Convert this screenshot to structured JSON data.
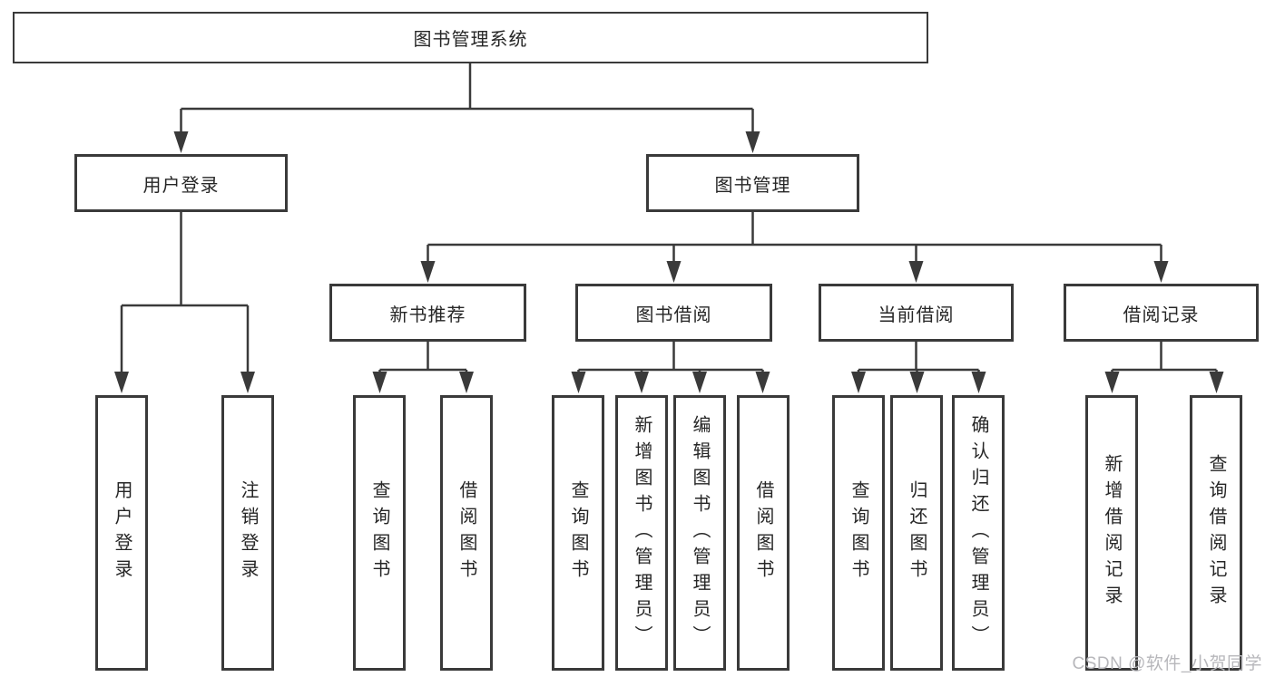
{
  "colors": {
    "line": "#3a3a3a",
    "text": "#262626",
    "background": "#ffffff",
    "watermark": "#b7b7bb"
  },
  "watermark": {
    "text": "CSDN @软件_小贺同学"
  },
  "diagram": {
    "type": "tree",
    "root": {
      "label": "图书管理系统"
    },
    "branches": [
      {
        "label": "用户登录",
        "children": [
          {
            "label": "用户登录"
          },
          {
            "label": "注销登录"
          }
        ]
      },
      {
        "label": "图书管理",
        "children": [
          {
            "label": "新书推荐",
            "children": [
              {
                "label": "查询图书"
              },
              {
                "label": "借阅图书"
              }
            ]
          },
          {
            "label": "图书借阅",
            "children": [
              {
                "label": "查询图书"
              },
              {
                "label": "新增图书（管理员）"
              },
              {
                "label": "编辑图书（管理员）"
              },
              {
                "label": "借阅图书"
              }
            ]
          },
          {
            "label": "当前借阅",
            "children": [
              {
                "label": "查询图书"
              },
              {
                "label": "归还图书"
              },
              {
                "label": "确认归还（管理员）"
              }
            ]
          },
          {
            "label": "借阅记录",
            "children": [
              {
                "label": "新增借阅记录"
              },
              {
                "label": "查询借阅记录"
              }
            ]
          }
        ]
      }
    ]
  }
}
